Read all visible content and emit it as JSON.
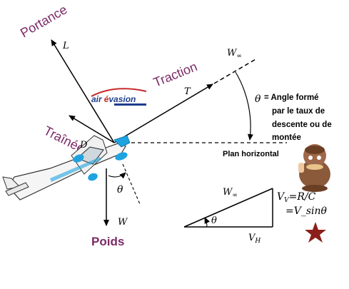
{
  "forces": {
    "portance": "Portance",
    "traction": "Traction",
    "trainee": "Traînée",
    "poids": "Poids"
  },
  "symbols": {
    "L": "L",
    "T": "T",
    "D": "D",
    "W": "W",
    "W_inf_top": "W",
    "W_inf_sub": "∞",
    "theta_top": "θ",
    "theta_plane": "θ",
    "theta_triangle": "θ",
    "W_inf_tri": "W",
    "W_inf_tri_sub": "∞",
    "V_V": "V",
    "V_V_sub": "V",
    "V_V_eq": "=R/C",
    "V_sin": "=V_sinθ",
    "V_H": "V",
    "V_H_sub": "H"
  },
  "annotation": {
    "line1": "= Angle formé",
    "line2": "par le taux de",
    "line3": "descente ou de",
    "line4": "montée"
  },
  "plan_horizontal": "Plan horizontal",
  "logo": {
    "air": "air",
    "evasion": "é",
    "vasion": "vasion"
  },
  "colors": {
    "purple": "#7b2a66",
    "plane_blue": "#1fa3e0",
    "star_red": "#8b1f1a"
  }
}
